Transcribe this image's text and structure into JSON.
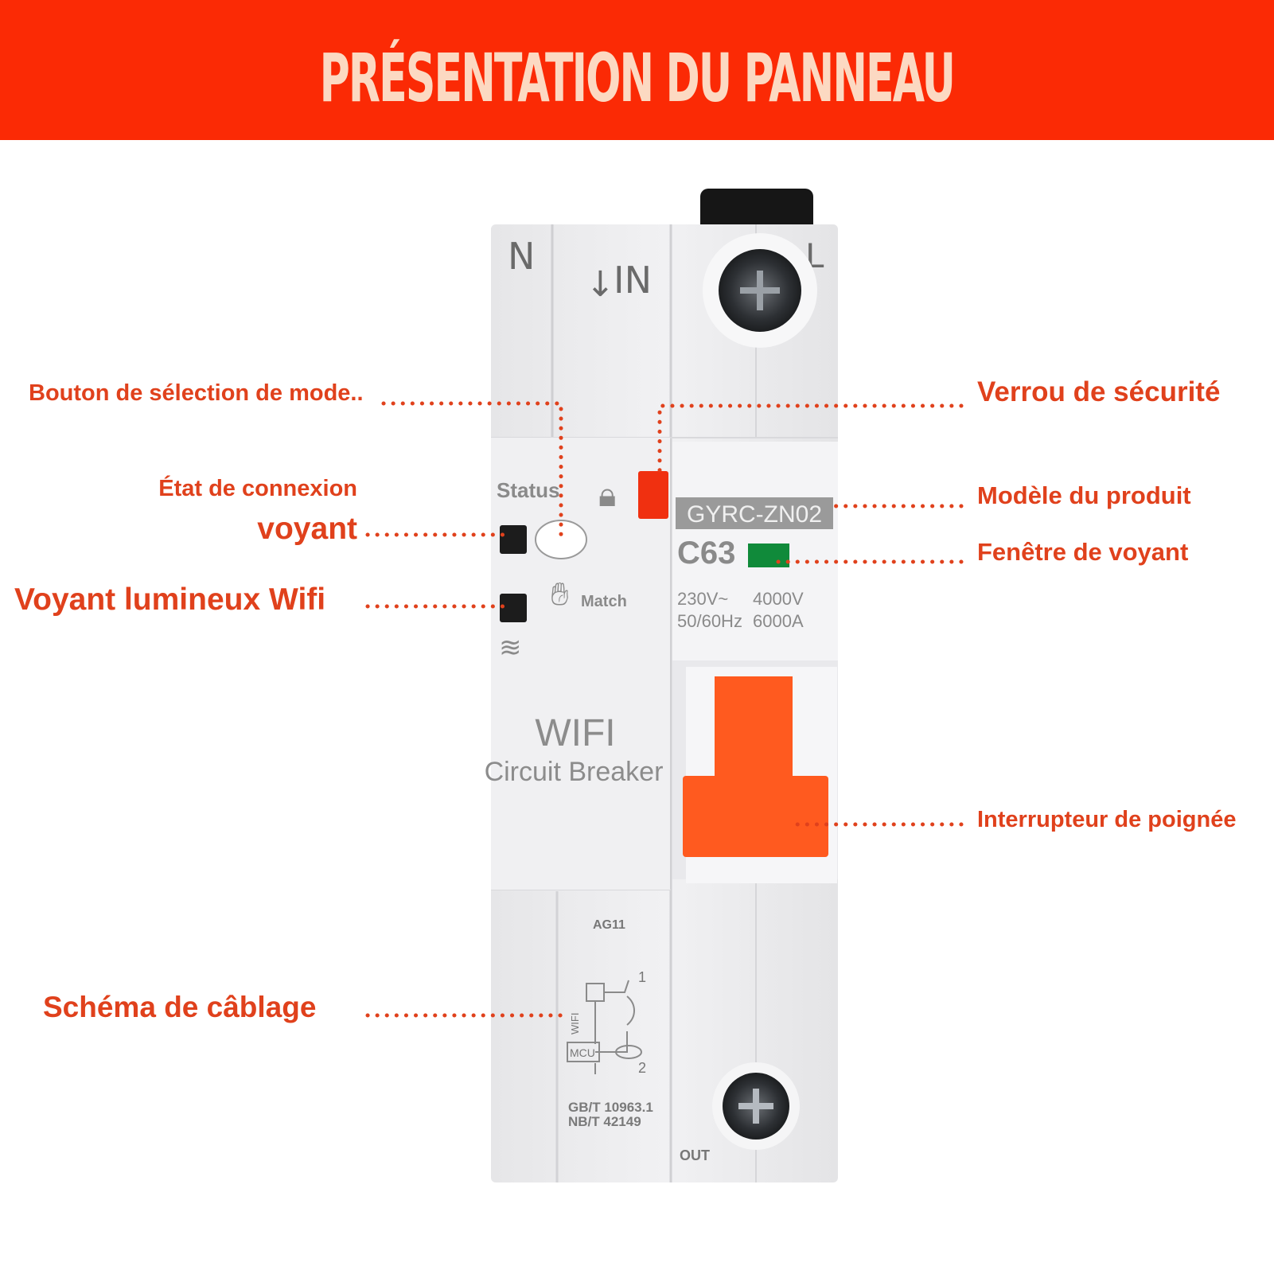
{
  "banner": {
    "title": "PRÉSENTATION DU PANNEAU",
    "color": "#fb2a05",
    "text_color": "#fcd9c2"
  },
  "callouts": {
    "mode_button": "Bouton de sélection de mode..",
    "status_line1": "État de connexion",
    "status_line2": "voyant",
    "wifi_led": "Voyant lumineux Wifi",
    "wiring": "Schéma de câblage",
    "lock": "Verrou de sécurité",
    "model": "Modèle du produit",
    "window": "Fenêtre de voyant",
    "handle": "Interrupteur de poignée",
    "color": "#e0411c"
  },
  "device": {
    "terminal_n": "N",
    "terminal_in": "IN",
    "terminal_l": "L",
    "status": "Status",
    "match": "Match",
    "model": "GYRC-ZN02",
    "rating": "C63",
    "voltage": "230V~",
    "frequency": "50/60Hz",
    "power": "4000V",
    "current": "6000A",
    "wifi": "WIFI",
    "product": "Circuit Breaker",
    "code": "AG11",
    "wifi_small": "WIFI",
    "mcu": "MCU",
    "std1": "GB/T 10963.1",
    "std2": "NB/T 42149",
    "out": "OUT",
    "num1": "1",
    "num2": "2",
    "handle_color": "#ff5a1f",
    "lock_color": "#f03010",
    "window_color": "#108a3a"
  }
}
